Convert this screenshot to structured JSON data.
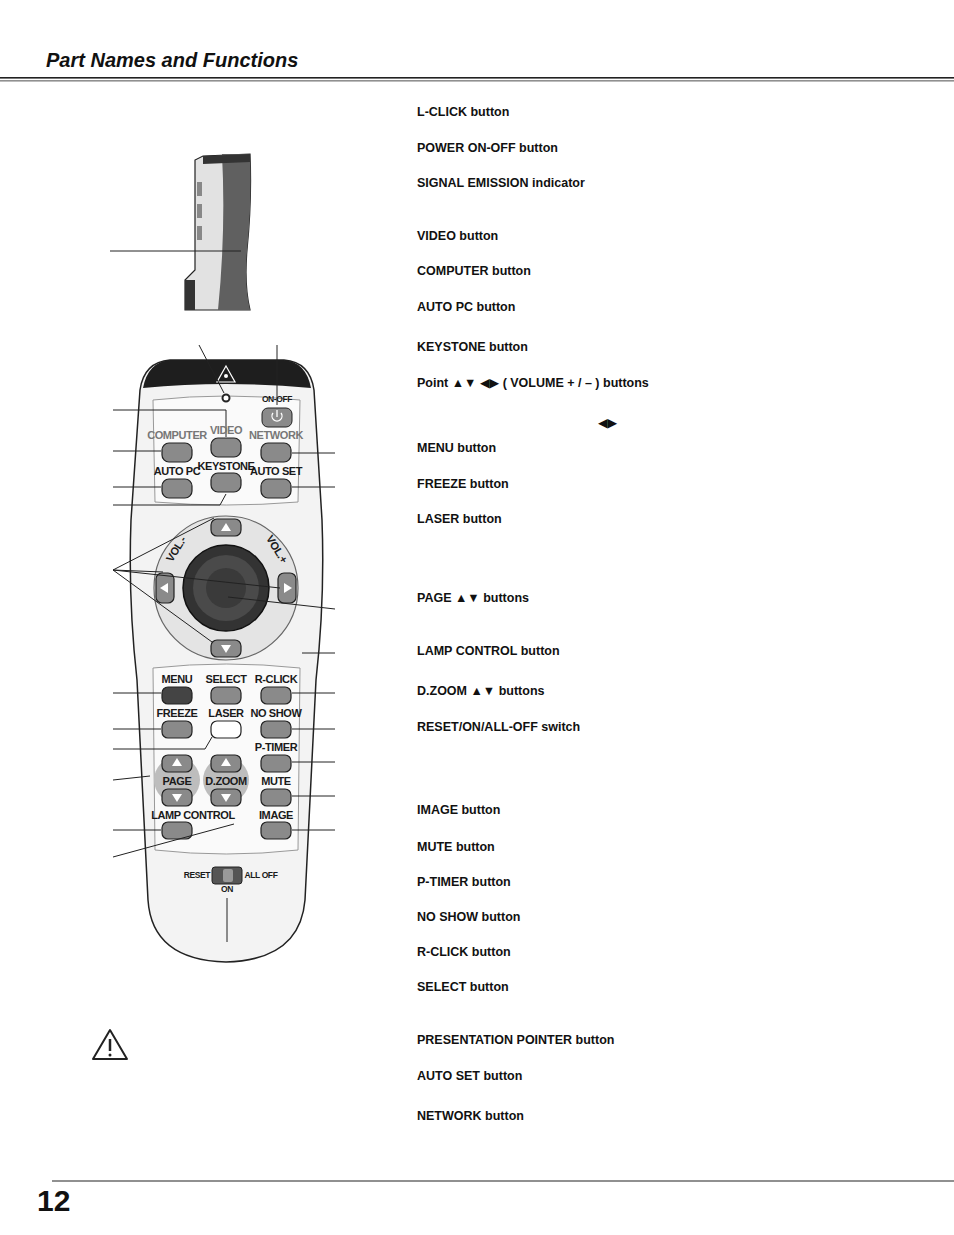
{
  "diagram": {
    "title": "Part Names and Functions",
    "labels": [
      "L-CLICK button",
      "POWER ON-OFF button",
      "SIGNAL EMISSION indicator",
      "VIDEO button",
      "COMPUTER button",
      "AUTO PC button",
      "KEYSTONE button",
      "Point ▲▼ ◀▶ ( VOLUME + / – ) buttons",
      "◀▶",
      "MENU button",
      "FREEZE button",
      "LASER button",
      "PAGE ▲▼ buttons",
      "LAMP CONTROL button",
      "D.ZOOM ▲▼ buttons",
      "RESET/ON/ALL-OFF switch",
      "IMAGE button",
      "MUTE button",
      "P-TIMER button",
      "NO SHOW button",
      "R-CLICK button",
      "SELECT button",
      "PRESENTATION POINTER button",
      "AUTO SET button",
      "NETWORK button",
      "12",
      "ON-OFF",
      "COMPUTER",
      "VIDEO",
      "NETWORK",
      "AUTO PC",
      "KEYSTONE",
      "AUTO SET",
      "VOL.-",
      "VOL.+",
      "MENU",
      "SELECT",
      "R-CLICK",
      "FREEZE",
      "LASER",
      "NO SHOW",
      "P-TIMER",
      "PAGE",
      "D.ZOOM",
      "MUTE",
      "LAMP CONTROL",
      "IMAGE",
      "RESET",
      "ALL OFF",
      "ON"
    ]
  }
}
